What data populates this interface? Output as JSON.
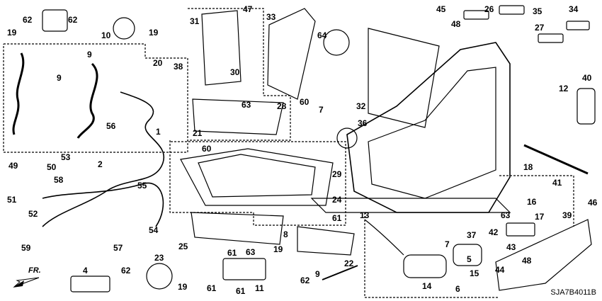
{
  "labels": {
    "front": "FR.",
    "diagram_code": "SJA7B4011B"
  },
  "callouts": {
    "c62a": "62",
    "c62b": "62",
    "c19a": "19",
    "c10": "10",
    "c19b": "19",
    "c9a": "9",
    "c20": "20",
    "c9b": "9",
    "c38": "38",
    "c1": "1",
    "c56": "56",
    "c53": "53",
    "c2": "2",
    "c49": "49",
    "c50": "50",
    "c58": "58",
    "c55": "55",
    "c51": "51",
    "c52": "52",
    "c54": "54",
    "c59": "59",
    "c57": "57",
    "c4": "4",
    "c62c": "62",
    "c31": "31",
    "c47": "47",
    "c33": "33",
    "c30": "30",
    "c63a": "63",
    "c28": "28",
    "c21": "21",
    "c60a": "60",
    "c29": "29",
    "c24": "24",
    "c61a": "61",
    "c8": "8",
    "c25": "25",
    "c61b": "61",
    "c63b": "63",
    "c19c": "19",
    "c23": "23",
    "c19d": "19",
    "c61c": "61",
    "c61d": "61",
    "c11": "11",
    "c62d": "62",
    "c9c": "9",
    "c22": "22",
    "c60b": "60",
    "c64": "64",
    "c32": "32",
    "c7a": "7",
    "c36": "36",
    "c13": "13",
    "c14": "14",
    "c7b": "7",
    "c37": "37",
    "c5": "5",
    "c15": "15",
    "c6": "6",
    "c45": "45",
    "c48a": "48",
    "c26": "26",
    "c35": "35",
    "c34": "34",
    "c27": "27",
    "c40": "40",
    "c12": "12",
    "c18": "18",
    "c41": "41",
    "c16": "16",
    "c46": "46",
    "c63c": "63",
    "c17": "17",
    "c39": "39",
    "c42": "42",
    "c43": "43",
    "c48b": "48",
    "c44": "44"
  }
}
